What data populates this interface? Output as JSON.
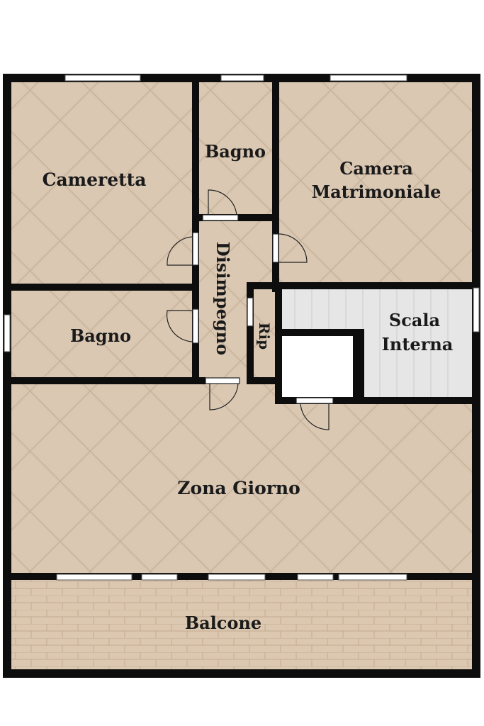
{
  "rooms": {
    "cameretta": "Cameretta",
    "bagno_top": "Bagno",
    "camera_line1": "Camera",
    "camera_line2": "Matrimoniale",
    "disimpegno": "Disimpegno",
    "bagno_mid": "Bagno",
    "rip": "Rip",
    "scala_line1": "Scala",
    "scala_line2": "Interna",
    "zona_giorno": "Zona Giorno",
    "balcone": "Balcone"
  },
  "colors": {
    "wall": "#0d0d0d",
    "floor": "#d9c6b0",
    "floor_line": "#bfa98f",
    "balcony": "#dcc8b0",
    "balcony_line": "#c2ab92",
    "stair": "#e4e4e4",
    "stair_line": "#cfcfcf",
    "window": "#ffffff"
  }
}
